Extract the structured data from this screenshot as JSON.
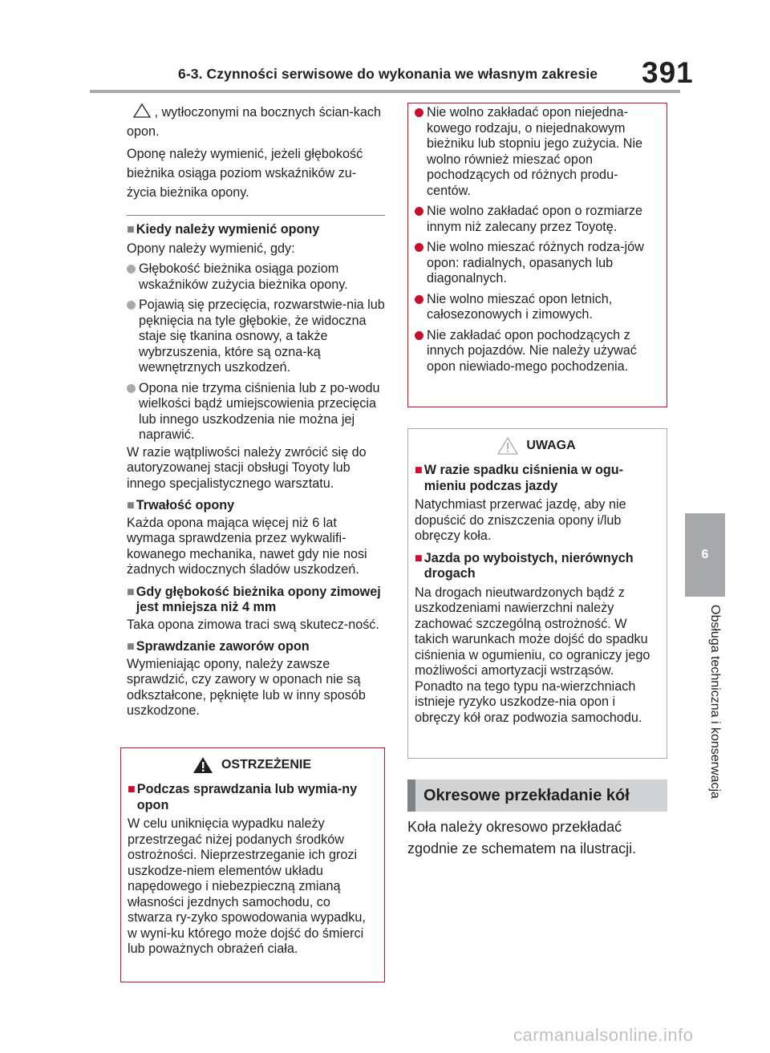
{
  "header": {
    "section_title": "6-3. Czynności serwisowe do wykonania we własnym zakresie",
    "page_number": "391"
  },
  "side_tab": {
    "chapter_number": "6",
    "chapter_title": "Obsługa techniczna i konserwacja"
  },
  "left": {
    "intro_cont": ", wytłoczonymi na bocznych ścian-kach opon.",
    "intro_2": "Oponę należy wymienić, jeżeli głębokość bieżnika osiąga poziom wskaźników zu-życia bieżnika opony.",
    "s1_title": "Kiedy należy wymienić opony",
    "s1_lead": "Opony należy wymienić, gdy:",
    "s1_bullets": [
      "Głębokość bieżnika osiąga poziom wskaźników zużycia bieżnika opony.",
      "Pojawią się przecięcia, rozwarstwie-nia lub pęknięcia na tyle głębokie, że widoczna staje się tkanina osnowy, a także wybrzuszenia, które są ozna-ką wewnętrznych uszkodzeń.",
      "Opona nie trzyma ciśnienia lub z po-wodu wielkości bądź umiejscowienia przecięcia lub innego uszkodzenia nie można jej naprawić."
    ],
    "s1_tail": "W razie wątpliwości należy zwrócić się do autoryzowanej stacji obsługi Toyoty lub innego specjalistycznego warsztatu.",
    "s2_title": "Trwałość opony",
    "s2_text": "Każda opona mająca więcej niż 6 lat wymaga sprawdzenia przez wykwalifi-kowanego mechanika, nawet gdy nie nosi żadnych widocznych śladów uszkodzeń.",
    "s3_title": "Gdy głębokość bieżnika opony zimowej jest mniejsza niż 4 mm",
    "s3_text": "Taka opona zimowa traci swą skutecz-ność.",
    "s4_title": "Sprawdzanie zaworów opon",
    "s4_text": "Wymieniając opony, należy zawsze sprawdzić, czy zawory w oponach nie są odkształcone, pęknięte lub w inny sposób uszkodzone."
  },
  "warning": {
    "title": "OSTRZEŻENIE",
    "sub_title": "Podczas sprawdzania lub wymia-ny opon",
    "text": "W celu uniknięcia wypadku należy przestrzegać niżej podanych środków ostrożności. Nieprzestrzeganie ich grozi uszkodze-niem elementów układu napędowego i niebezpieczną zmianą własności jezdnych samochodu, co stwarza ry-zyko spowodowania wypadku, w wyni-ku którego może dojść do śmierci lub poważnych obrażeń ciała."
  },
  "warning_cont": {
    "bullets": [
      "Nie wolno zakładać opon niejedna-kowego rodzaju, o niejednakowym bieżniku lub stopniu jego zużycia. Nie wolno również mieszać opon pochodzących od różnych produ-centów.",
      "Nie wolno zakładać opon o rozmiarze innym niż zalecany przez Toyotę.",
      "Nie wolno mieszać różnych rodza-jów opon: radialnych, opasanych lub diagonalnych.",
      "Nie wolno mieszać opon letnich, całosezonowych i zimowych.",
      "Nie zakładać opon pochodzących z innych pojazdów. Nie należy używać opon niewiado-mego pochodzenia."
    ]
  },
  "notice": {
    "title": "UWAGA",
    "s1_title": "W razie spadku ciśnienia w ogu-mieniu podczas jazdy",
    "s1_text": "Natychmiast przerwać jazdę, aby nie dopuścić do zniszczenia opony i/lub obręczy koła.",
    "s2_title": "Jazda po wyboistych, nierównych drogach",
    "s2_text": "Na drogach nieutwardzonych bądź z uszkodzeniami nawierzchni należy zachować szczególną ostrożność. W takich warunkach może dojść do spadku ciśnienia w ogumieniu, co ograniczy jego możliwości amortyzacji wstrząsów. Ponadto na tego typu na-wierzchniach istnieje ryzyko uszkodze-nia opon i obręczy kół oraz podwozia samochodu."
  },
  "rotation": {
    "heading": "Okresowe przekładanie kół",
    "text": "Koła należy okresowo przekładać zgodnie ze schematem na ilustracji."
  },
  "footer": {
    "watermark": "carmanualsonline.info"
  },
  "colors": {
    "warning_red": "#c8102e",
    "accent_grey": "#a7a9ac"
  }
}
